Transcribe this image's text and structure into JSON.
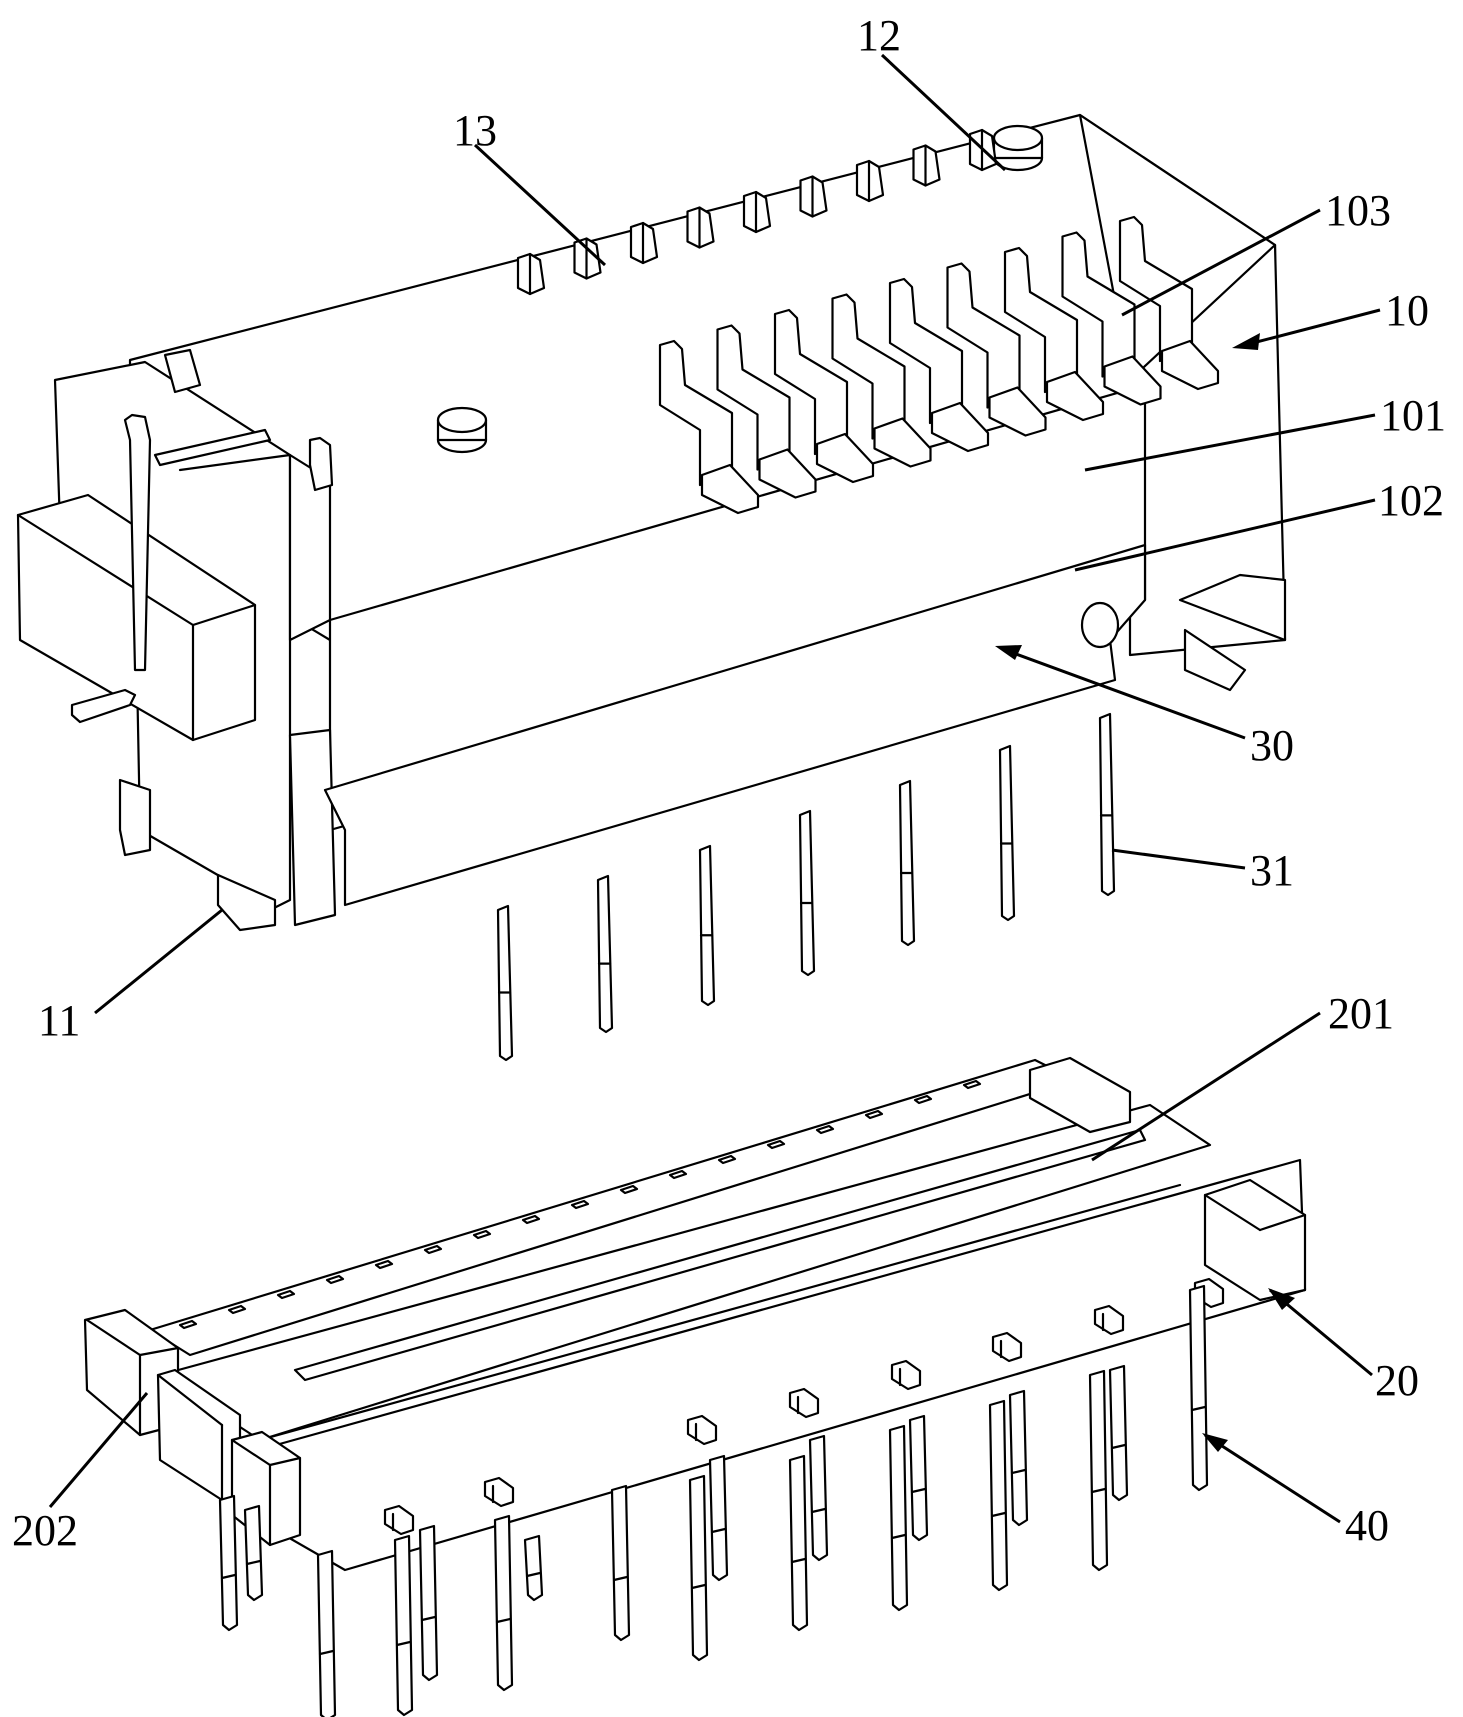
{
  "figure": {
    "type": "patent-line-drawing",
    "subject": "electrical connector assembly (exploded view)",
    "line_color": "#000000",
    "background_color": "#ffffff"
  },
  "labels": [
    {
      "id": "12",
      "text": "12",
      "target": "locating post"
    },
    {
      "id": "13",
      "text": "13",
      "target": "upper terminal row"
    },
    {
      "id": "103",
      "text": "103",
      "target": "terminal slot"
    },
    {
      "id": "10",
      "text": "10",
      "target": "first housing"
    },
    {
      "id": "101",
      "text": "101",
      "target": "front face upper"
    },
    {
      "id": "102",
      "text": "102",
      "target": "front face lower"
    },
    {
      "id": "30",
      "text": "30",
      "target": "terminal plate"
    },
    {
      "id": "31",
      "text": "31",
      "target": "terminal pin"
    },
    {
      "id": "11",
      "text": "11",
      "target": "mounting foot"
    },
    {
      "id": "201",
      "text": "201",
      "target": "mating slot"
    },
    {
      "id": "20",
      "text": "20",
      "target": "second housing"
    },
    {
      "id": "202",
      "text": "202",
      "target": "end block"
    },
    {
      "id": "40",
      "text": "40",
      "target": "lower terminal pin"
    }
  ]
}
